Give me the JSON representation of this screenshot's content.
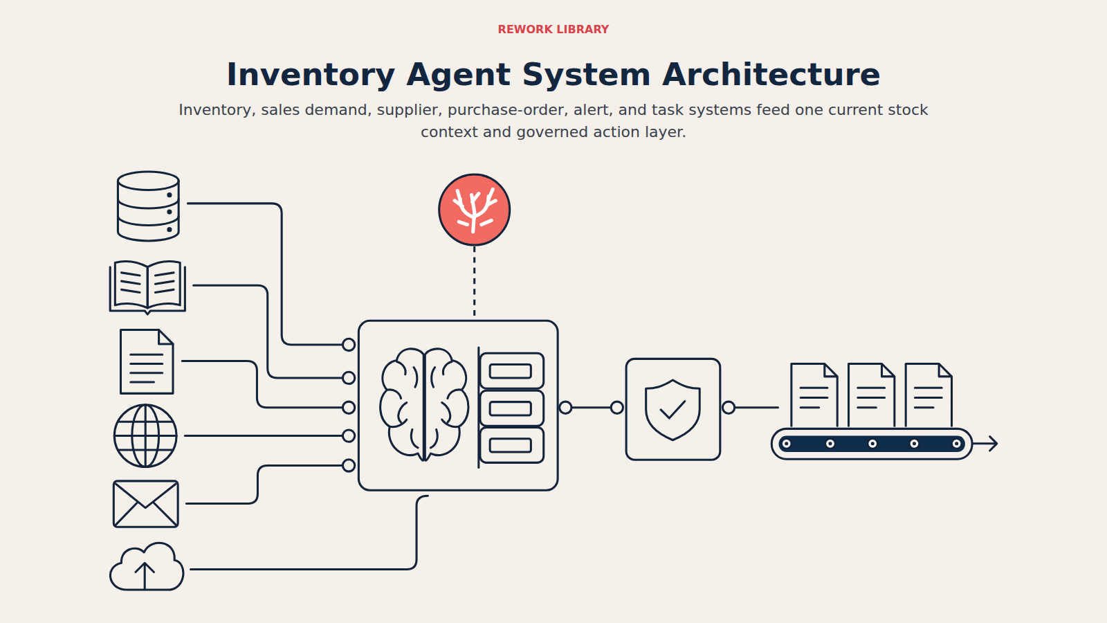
{
  "diagram": {
    "title": "Inventory Agent System Architecture",
    "caption": "Inventory, sales demand, supplier, purchase-order, alert, and task systems feed one current stock context and governed action layer.",
    "labels": [
      "REWORK LIBRARY"
    ]
  }
}
